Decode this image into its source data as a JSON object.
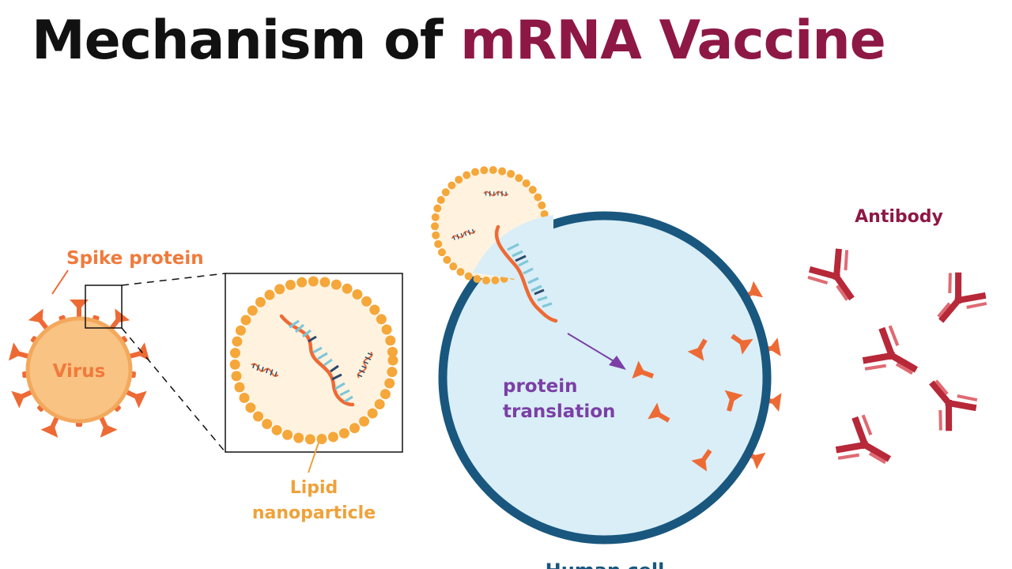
{
  "title": {
    "part1": "Mechanism of",
    "part2": "mRNA Vaccine"
  },
  "labels": {
    "spike_protein": "Spike protein",
    "virus": "Virus",
    "lipid_line1": "Lipid",
    "lipid_line2": "nanoparticle",
    "protein_line1": "protein",
    "protein_line2": "translation",
    "antibody": "Antibody",
    "human_cell": "Human cell"
  },
  "colors": {
    "title_dark": "#111111",
    "title_accent": "#8e1845",
    "virus_fill": "#f8c383",
    "virus_ring": "#f3a85c",
    "spike": "#ee6a35",
    "label_orange": "#f07a3c",
    "lipid_label": "#eea23a",
    "lipid_bead": "#f5a73a",
    "lipid_inner": "#fff3e0",
    "mrna": "#ee6a35",
    "mrna_rung_blue": "#7fc7d8",
    "mrna_rung_dark": "#2c4a6b",
    "cell_fill": "#d9eef7",
    "cell_border": "#19577e",
    "translation": "#7b3fa6",
    "antibody": "#b72839",
    "antibody_light": "#df6b73"
  }
}
